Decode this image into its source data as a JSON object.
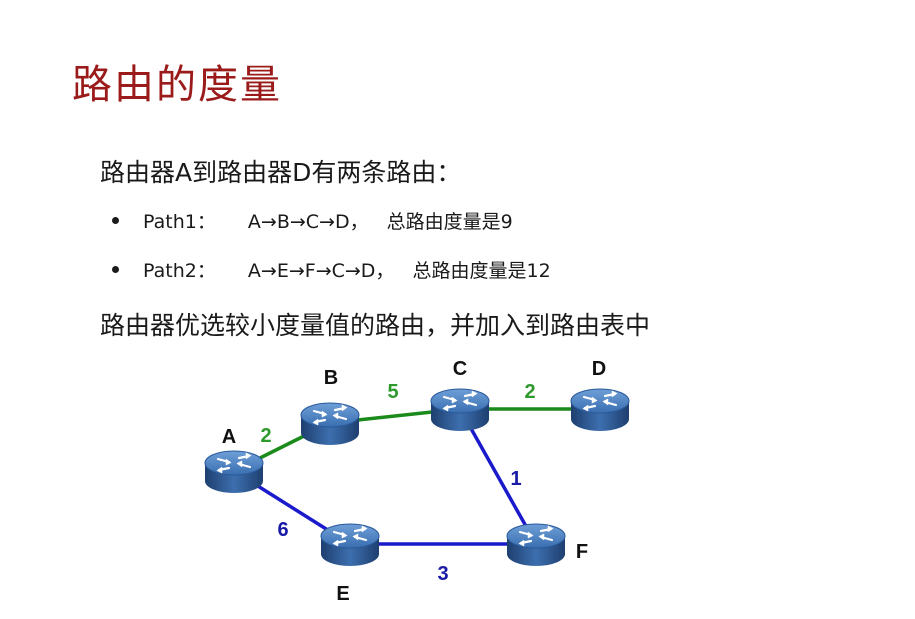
{
  "title": "路由的度量",
  "intro": "路由器A到路由器D有两条路由：",
  "paths": [
    {
      "label": "Path1：",
      "route": "A→B→C→D，",
      "total": "总路由度量是9"
    },
    {
      "label": "Path2：",
      "route": "A→E→F→C→D，",
      "total": "总路由度量是12"
    }
  ],
  "conclusion": "路由器优选较小度量值的路由，并加入到路由表中",
  "diagram": {
    "routers": [
      {
        "id": "A",
        "label": "A",
        "icon": "router-icon"
      },
      {
        "id": "B",
        "label": "B",
        "icon": "router-icon"
      },
      {
        "id": "C",
        "label": "C",
        "icon": "router-icon"
      },
      {
        "id": "D",
        "label": "D",
        "icon": "router-icon"
      },
      {
        "id": "E",
        "label": "E",
        "icon": "router-icon"
      },
      {
        "id": "F",
        "label": "F",
        "icon": "router-icon"
      }
    ],
    "links": [
      {
        "from": "A",
        "to": "B",
        "cost": "2",
        "color": "#1a8a1a"
      },
      {
        "from": "B",
        "to": "C",
        "cost": "5",
        "color": "#1a8a1a"
      },
      {
        "from": "C",
        "to": "D",
        "cost": "2",
        "color": "#1a8a1a"
      },
      {
        "from": "A",
        "to": "E",
        "cost": "6",
        "color": "#1a1acc"
      },
      {
        "from": "E",
        "to": "F",
        "cost": "3",
        "color": "#1a1acc"
      },
      {
        "from": "F",
        "to": "C",
        "cost": "1",
        "color": "#1a1acc"
      }
    ],
    "colors": {
      "path1": "#1a8a1a",
      "path2": "#1a1acc",
      "cost_path1": "#2e9a2e",
      "cost_path2": "#1a1aa8",
      "router_body": "#2a5a9a",
      "title": "#9b1b1b"
    }
  }
}
